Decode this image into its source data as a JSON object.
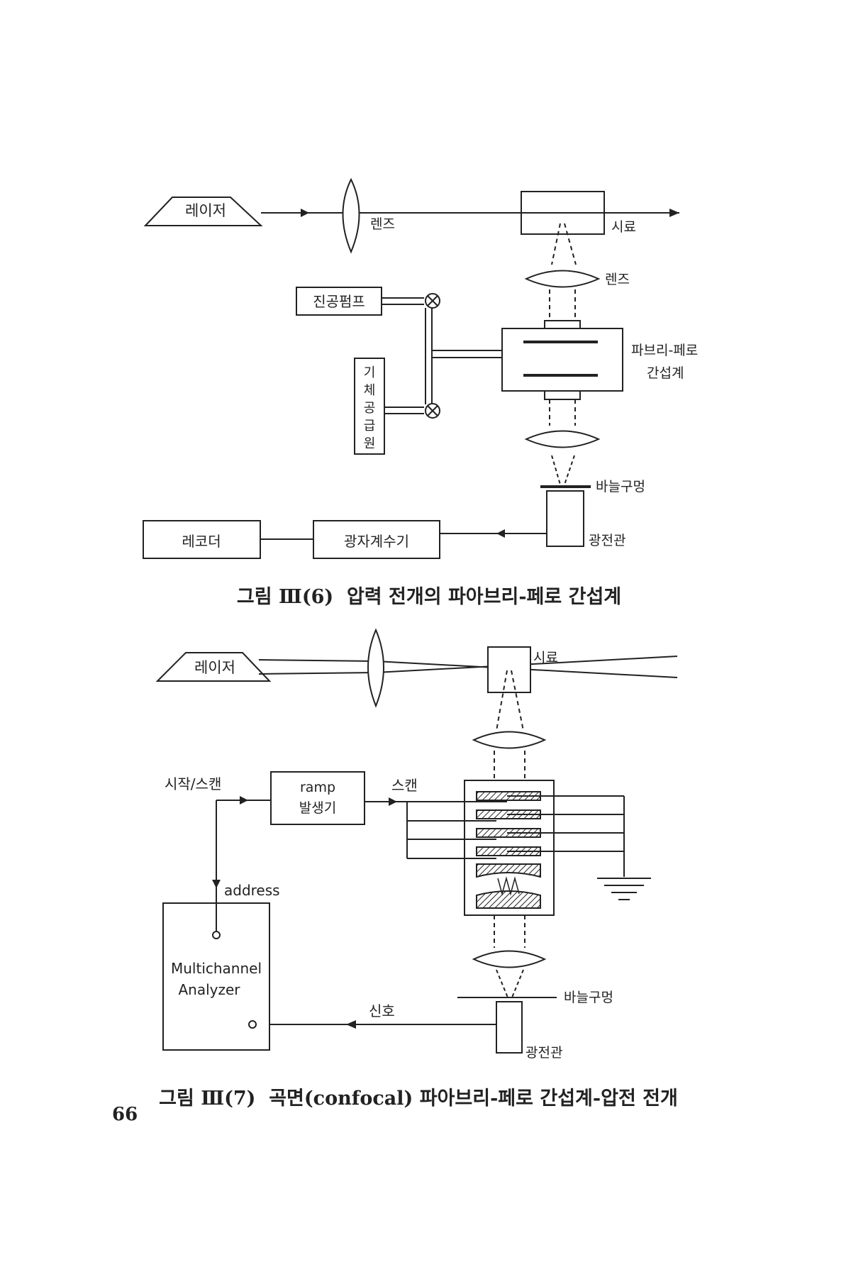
{
  "figure6": {
    "laser": "레이저",
    "lens1": "렌즈",
    "sample": "시료",
    "lens2": "렌즈",
    "vacuum_pump": "진공펌프",
    "gas_supply": [
      "기",
      "체",
      "공",
      "급",
      "원"
    ],
    "fp_line1": "파브리-페로",
    "fp_line2": "간섭계",
    "pinhole": "바늘구멍",
    "photomultiplier": "광전관",
    "recorder": "레코더",
    "photon_counter": "광자계수기",
    "caption": "그림 Ⅲ(6)  압력 전개의 파아브리-페로 간섭계"
  },
  "figure7": {
    "laser": "레이저",
    "sample": "시료",
    "start_scan": "시작/스캔",
    "ramp_line1": "ramp",
    "ramp_line2": "발생기",
    "scan": "스캔",
    "address": "address",
    "mca_line1": "Multichannel",
    "mca_line2": "Analyzer",
    "signal": "신호",
    "pinhole": "바늘구멍",
    "photomultiplier": "광전관",
    "caption": "그림 Ⅲ(7)  곡면(confocal) 파아브리-페로 간섭계-압전 전개"
  },
  "page_number": "66"
}
